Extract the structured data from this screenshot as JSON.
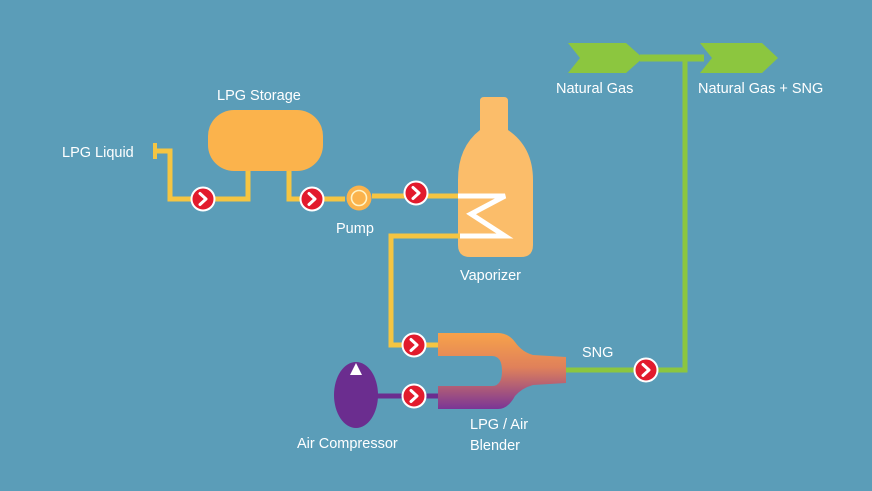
{
  "colors": {
    "background": "#5b9db8",
    "lpg_pipe": "#f5c542",
    "sng_pipe": "#8cc63f",
    "air_pipe": "#6b2d8f",
    "tank": "#fbb34c",
    "vaporizer": "#fbbd6a",
    "compressor": "#6b2d8f",
    "flow_marker": "#e21b2d",
    "arrow_banner": "#8cc63f"
  },
  "labels": {
    "lpg_liquid": "LPG Liquid",
    "lpg_storage": "LPG Storage",
    "pump": "Pump",
    "vaporizer": "Vaporizer",
    "natural_gas": "Natural Gas",
    "natural_gas_sng": "Natural Gas + SNG",
    "sng": "SNG",
    "air_compressor": "Air Compressor",
    "blender_line1": "LPG / Air",
    "blender_line2": "Blender"
  }
}
